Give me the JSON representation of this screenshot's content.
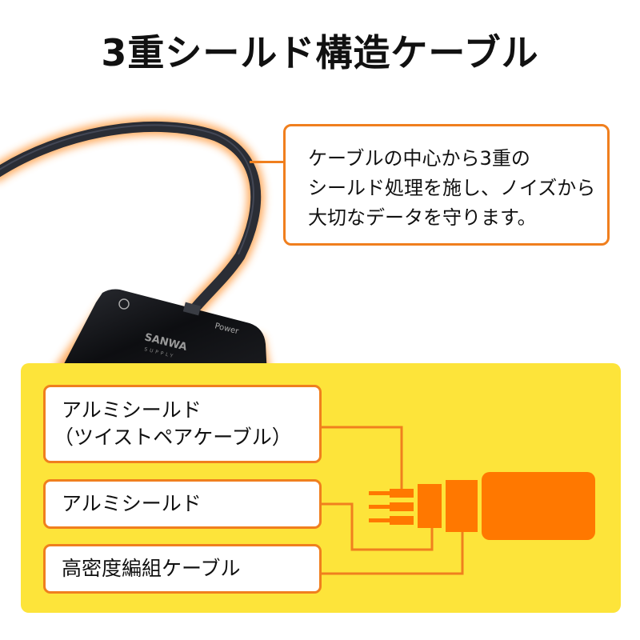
{
  "header": {
    "title": "3重シールド構造ケーブル"
  },
  "product_image": {
    "brand": "SANWA",
    "brand_sub": "SUPPLY",
    "port_label": "Power",
    "icon": "headphone-icon"
  },
  "callout": {
    "lines": [
      "ケーブルの中心から3重の",
      "シールド処理を施し、ノイズから",
      "大切なデータを守ります。"
    ]
  },
  "diagram": {
    "labels": [
      {
        "line1": "アルミシールド",
        "line2": "（ツイストペアケーブル）"
      },
      {
        "line1": "アルミシールド"
      },
      {
        "line1": "高密度編組ケーブル"
      }
    ],
    "colors": {
      "panel": "#fde43a",
      "accent": "#f07f1e",
      "shape": "#ff7800"
    }
  }
}
